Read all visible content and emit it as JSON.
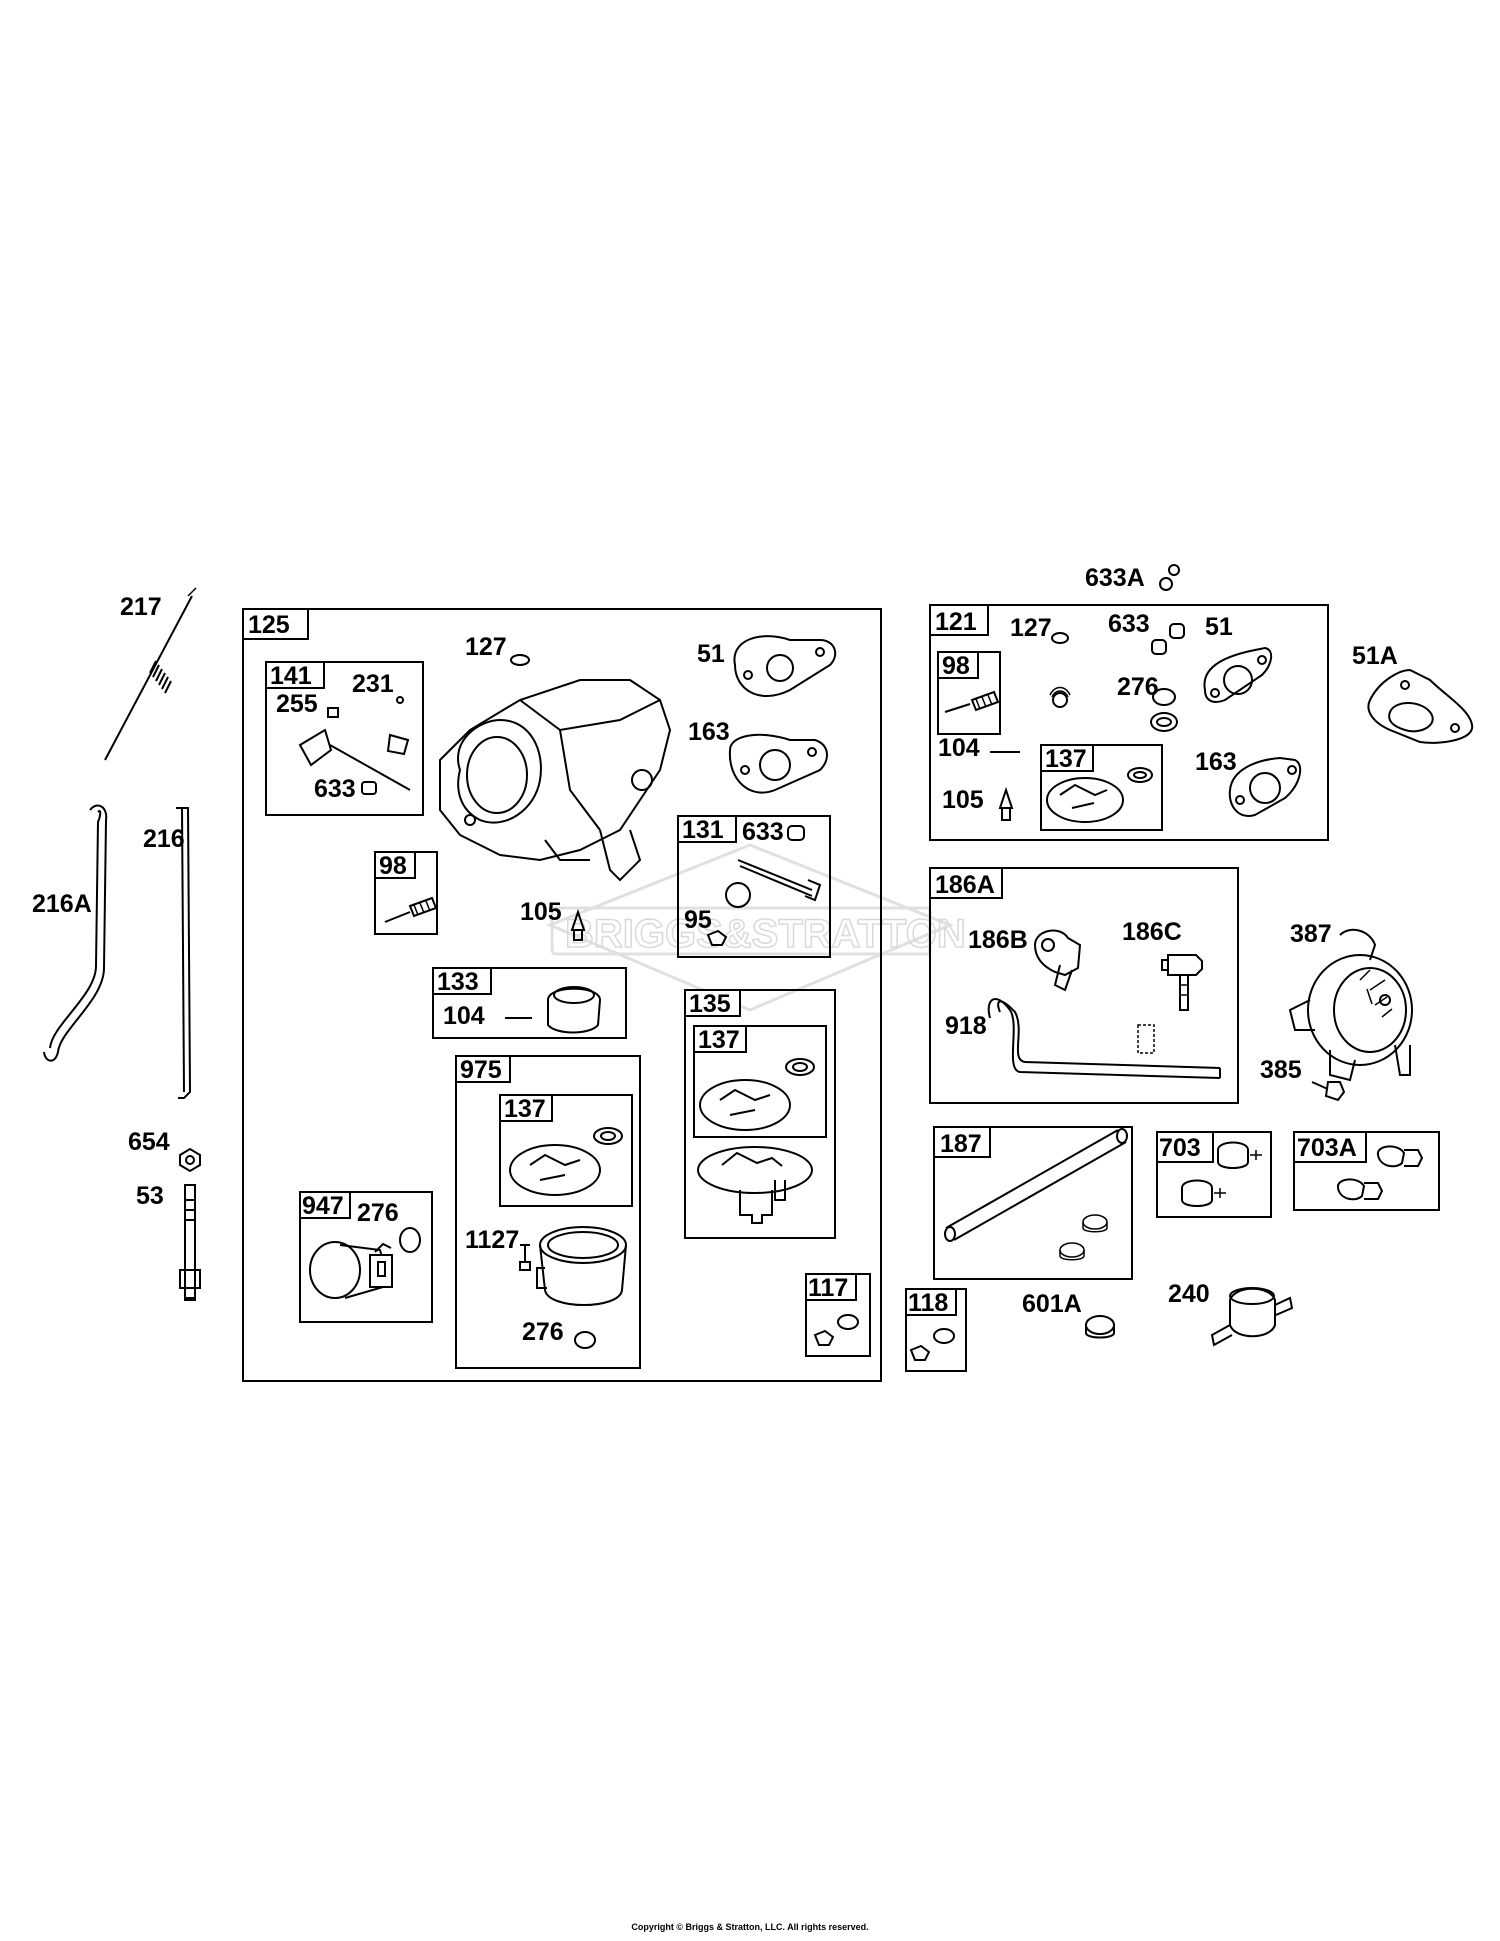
{
  "watermark": "BRIGGS&STRATTON",
  "copyright": "Copyright © Briggs & Stratton, LLC. All rights reserved.",
  "groups": {
    "g125": "125",
    "g141": "141",
    "g98a": "98",
    "g131": "131",
    "g133": "133",
    "g135": "135",
    "g137a": "137",
    "g975": "975",
    "g137b": "137",
    "g947": "947",
    "g117": "117",
    "g121": "121",
    "g98b": "98",
    "g137c": "137",
    "g186a": "186A",
    "g187": "187",
    "g703": "703",
    "g703a": "703A",
    "g118": "118"
  },
  "labels": {
    "p217": "217",
    "p216": "216",
    "p216a": "216A",
    "p654": "654",
    "p53": "53",
    "p127a": "127",
    "p51a": "51",
    "p163a": "163",
    "p231": "231",
    "p255": "255",
    "p633a": "633",
    "p105a": "105",
    "p633b": "633",
    "p95": "95",
    "p104a": "104",
    "p1127": "1127",
    "p276a": "276",
    "p276b": "276",
    "p633A": "633A",
    "p127b": "127",
    "p633c": "633",
    "p51b": "51",
    "p276c": "276",
    "p104b": "104",
    "p105b": "105",
    "p163b": "163",
    "p51A": "51A",
    "p186b": "186B",
    "p186c": "186C",
    "p918": "918",
    "p387": "387",
    "p385": "385",
    "p601a": "601A",
    "p240": "240"
  }
}
